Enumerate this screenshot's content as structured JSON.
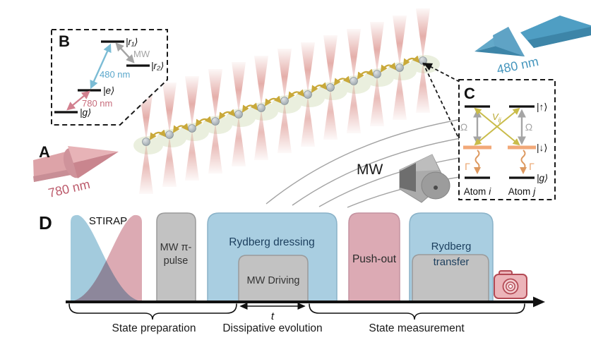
{
  "figure": {
    "panel_a": {
      "label": "A",
      "beam_wavelength": "780 nm"
    },
    "panel_b": {
      "label": "B",
      "level_r1": "|r₁⟩",
      "level_r2": "|r₂⟩",
      "level_e": "|e⟩",
      "level_g": "|g⟩",
      "blue_transition": "480 nm",
      "red_transition": "780 nm",
      "mw_transition": "MW"
    },
    "beam_480": {
      "beam_wavelength": "480 nm"
    },
    "microwave": {
      "label": "MW"
    },
    "panel_c": {
      "label": "C",
      "level_up": "|↑⟩",
      "level_down": "|↓⟩",
      "level_g": "|g⟩",
      "omega": "Ω",
      "interaction_main": "V",
      "interaction_sub": "ij",
      "gamma": "Γ",
      "atom_word": "Atom",
      "atom_i_letter": "i",
      "atom_j_letter": "j"
    },
    "panel_d": {
      "label": "D",
      "stirap": "STIRAP",
      "mw_pi_line1": "MW π-",
      "mw_pi_line2": "pulse",
      "rydberg_dressing": "Rydberg dressing",
      "mw_driving": "MW Driving",
      "push_out": "Push-out",
      "rydberg_transfer_line1": "Rydberg",
      "rydberg_transfer_line2": "transfer",
      "time_label": "t",
      "phase_preparation": "State preparation",
      "phase_evolution": "Dissipative evolution",
      "phase_measurement": "State measurement"
    },
    "colors": {
      "beam_red": "#dfa3a8",
      "beam_blue": "#4f9ec3",
      "box_blue": "#a9cee1",
      "box_gray": "#c2c2c2",
      "box_pink": "#dcaab4",
      "navy_text": "#1c3f5e",
      "yellow_interaction": "#c9a93a",
      "orange_level": "#f2a878",
      "label_red": "#bc5a6b",
      "label_blue": "#4596bd"
    }
  }
}
